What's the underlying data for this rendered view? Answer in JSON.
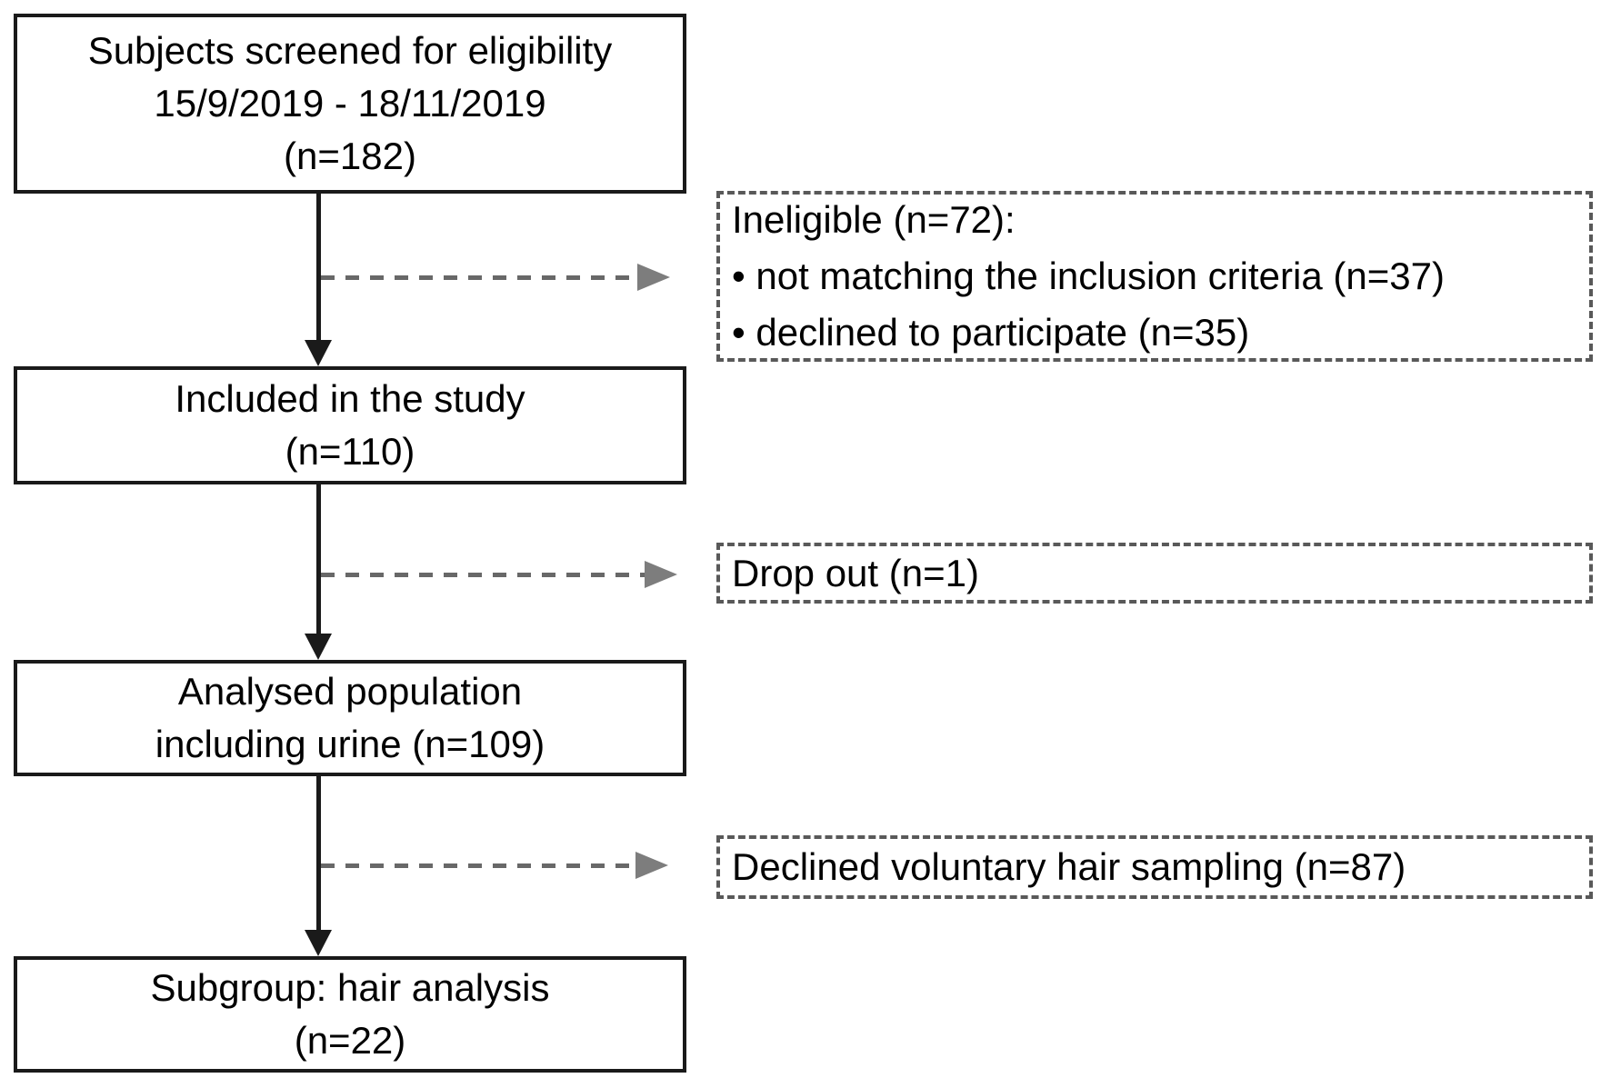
{
  "figure": {
    "type": "study-enrollment-flow-diagram",
    "boxes": {
      "screened": {
        "lines": [
          "Subjects screened for eligibility",
          "15/9/2019 - 18/11/2019",
          "(n=182)"
        ]
      },
      "included": {
        "lines": [
          "Included in the study",
          "(n=110)"
        ]
      },
      "analysed": {
        "lines": [
          "Analysed population",
          "including urine (n=109)"
        ]
      },
      "subgroup": {
        "lines": [
          "Subgroup: hair analysis",
          "(n=22)"
        ]
      }
    },
    "side_boxes": {
      "ineligible": {
        "lines": [
          "Ineligible (n=72):",
          "• not matching the inclusion criteria (n=37)",
          "• declined to participate (n=35)"
        ]
      },
      "dropout": {
        "lines": [
          "Drop out (n=1)"
        ]
      },
      "declined_hair": {
        "lines": [
          "Declined voluntary hair sampling (n=87)"
        ]
      }
    },
    "colors": {
      "background": "#ffffff",
      "text": "#000000",
      "solid_box_border": "#1a1a1a",
      "dashed_box_border": "#595959",
      "black_arrow": "#1a1a1a",
      "gray_arrow": "#7d7d7d"
    }
  }
}
